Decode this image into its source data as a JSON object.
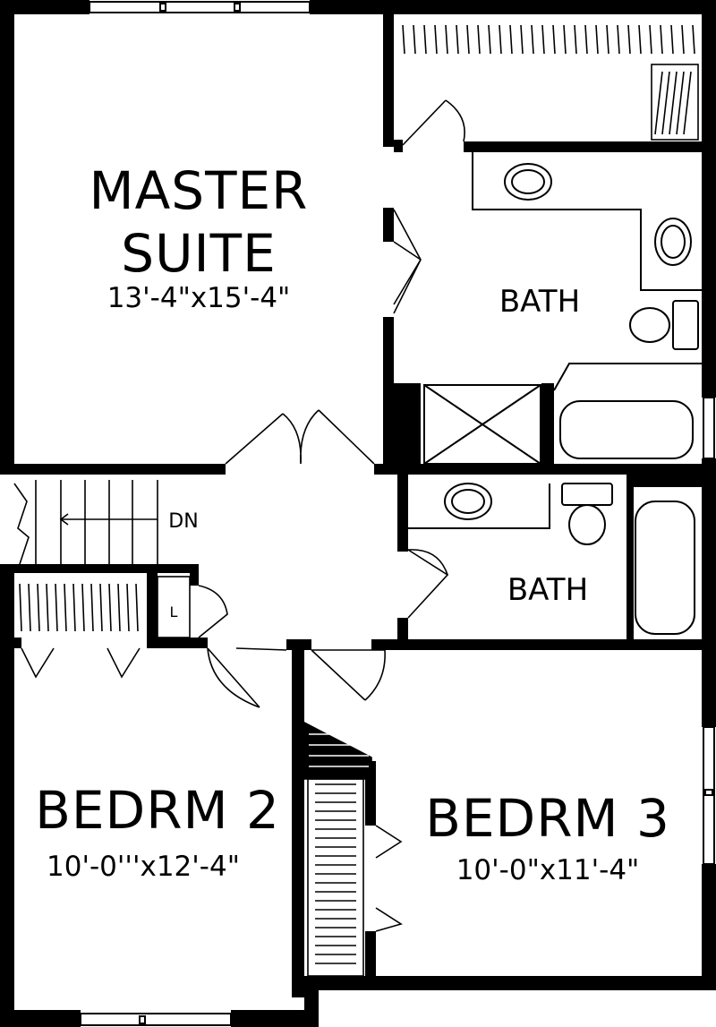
{
  "rooms": {
    "master": {
      "name_line1": "MASTER",
      "name_line2": "SUITE",
      "dims": "13'-4\"x15'-4\""
    },
    "bath_upper": {
      "name": "BATH"
    },
    "bath_lower": {
      "name": "BATH"
    },
    "bedroom2": {
      "name": "BEDRM 2",
      "dims": "10'-0'''x12'-4\""
    },
    "bedroom3": {
      "name": "BEDRM 3",
      "dims": "10'-0\"x11'-4\""
    }
  },
  "stairs": {
    "label": "DN"
  },
  "linen": {
    "label": "L"
  },
  "colors": {
    "wall": "#000000",
    "background": "#ffffff"
  }
}
